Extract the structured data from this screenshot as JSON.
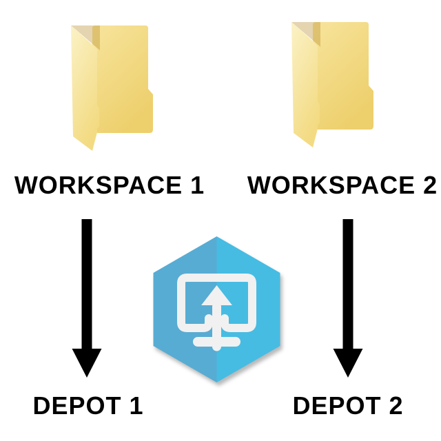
{
  "nodes": {
    "workspace1": {
      "label": "WORKSPACE 1"
    },
    "workspace2": {
      "label": "WORKSPACE 2"
    },
    "depot1": {
      "label": "DEPOT 1"
    },
    "depot2": {
      "label": "DEPOT 2"
    }
  },
  "icons": {
    "folder_left": "yellow-folder-icon",
    "folder_right": "yellow-folder-icon",
    "center": "hexagon-monitor-upload-icon",
    "arrow_left": "down-arrow-icon",
    "arrow_right": "down-arrow-icon"
  },
  "colors": {
    "background": "#ffffff",
    "hex_left": "#57ACD3",
    "hex_right": "#46BCE3",
    "glyph": "#F1F1F1",
    "arrow": "#000000",
    "label_text": "#000000",
    "folder_body": "#F2D880",
    "folder_flap": "#FAEFB9"
  }
}
